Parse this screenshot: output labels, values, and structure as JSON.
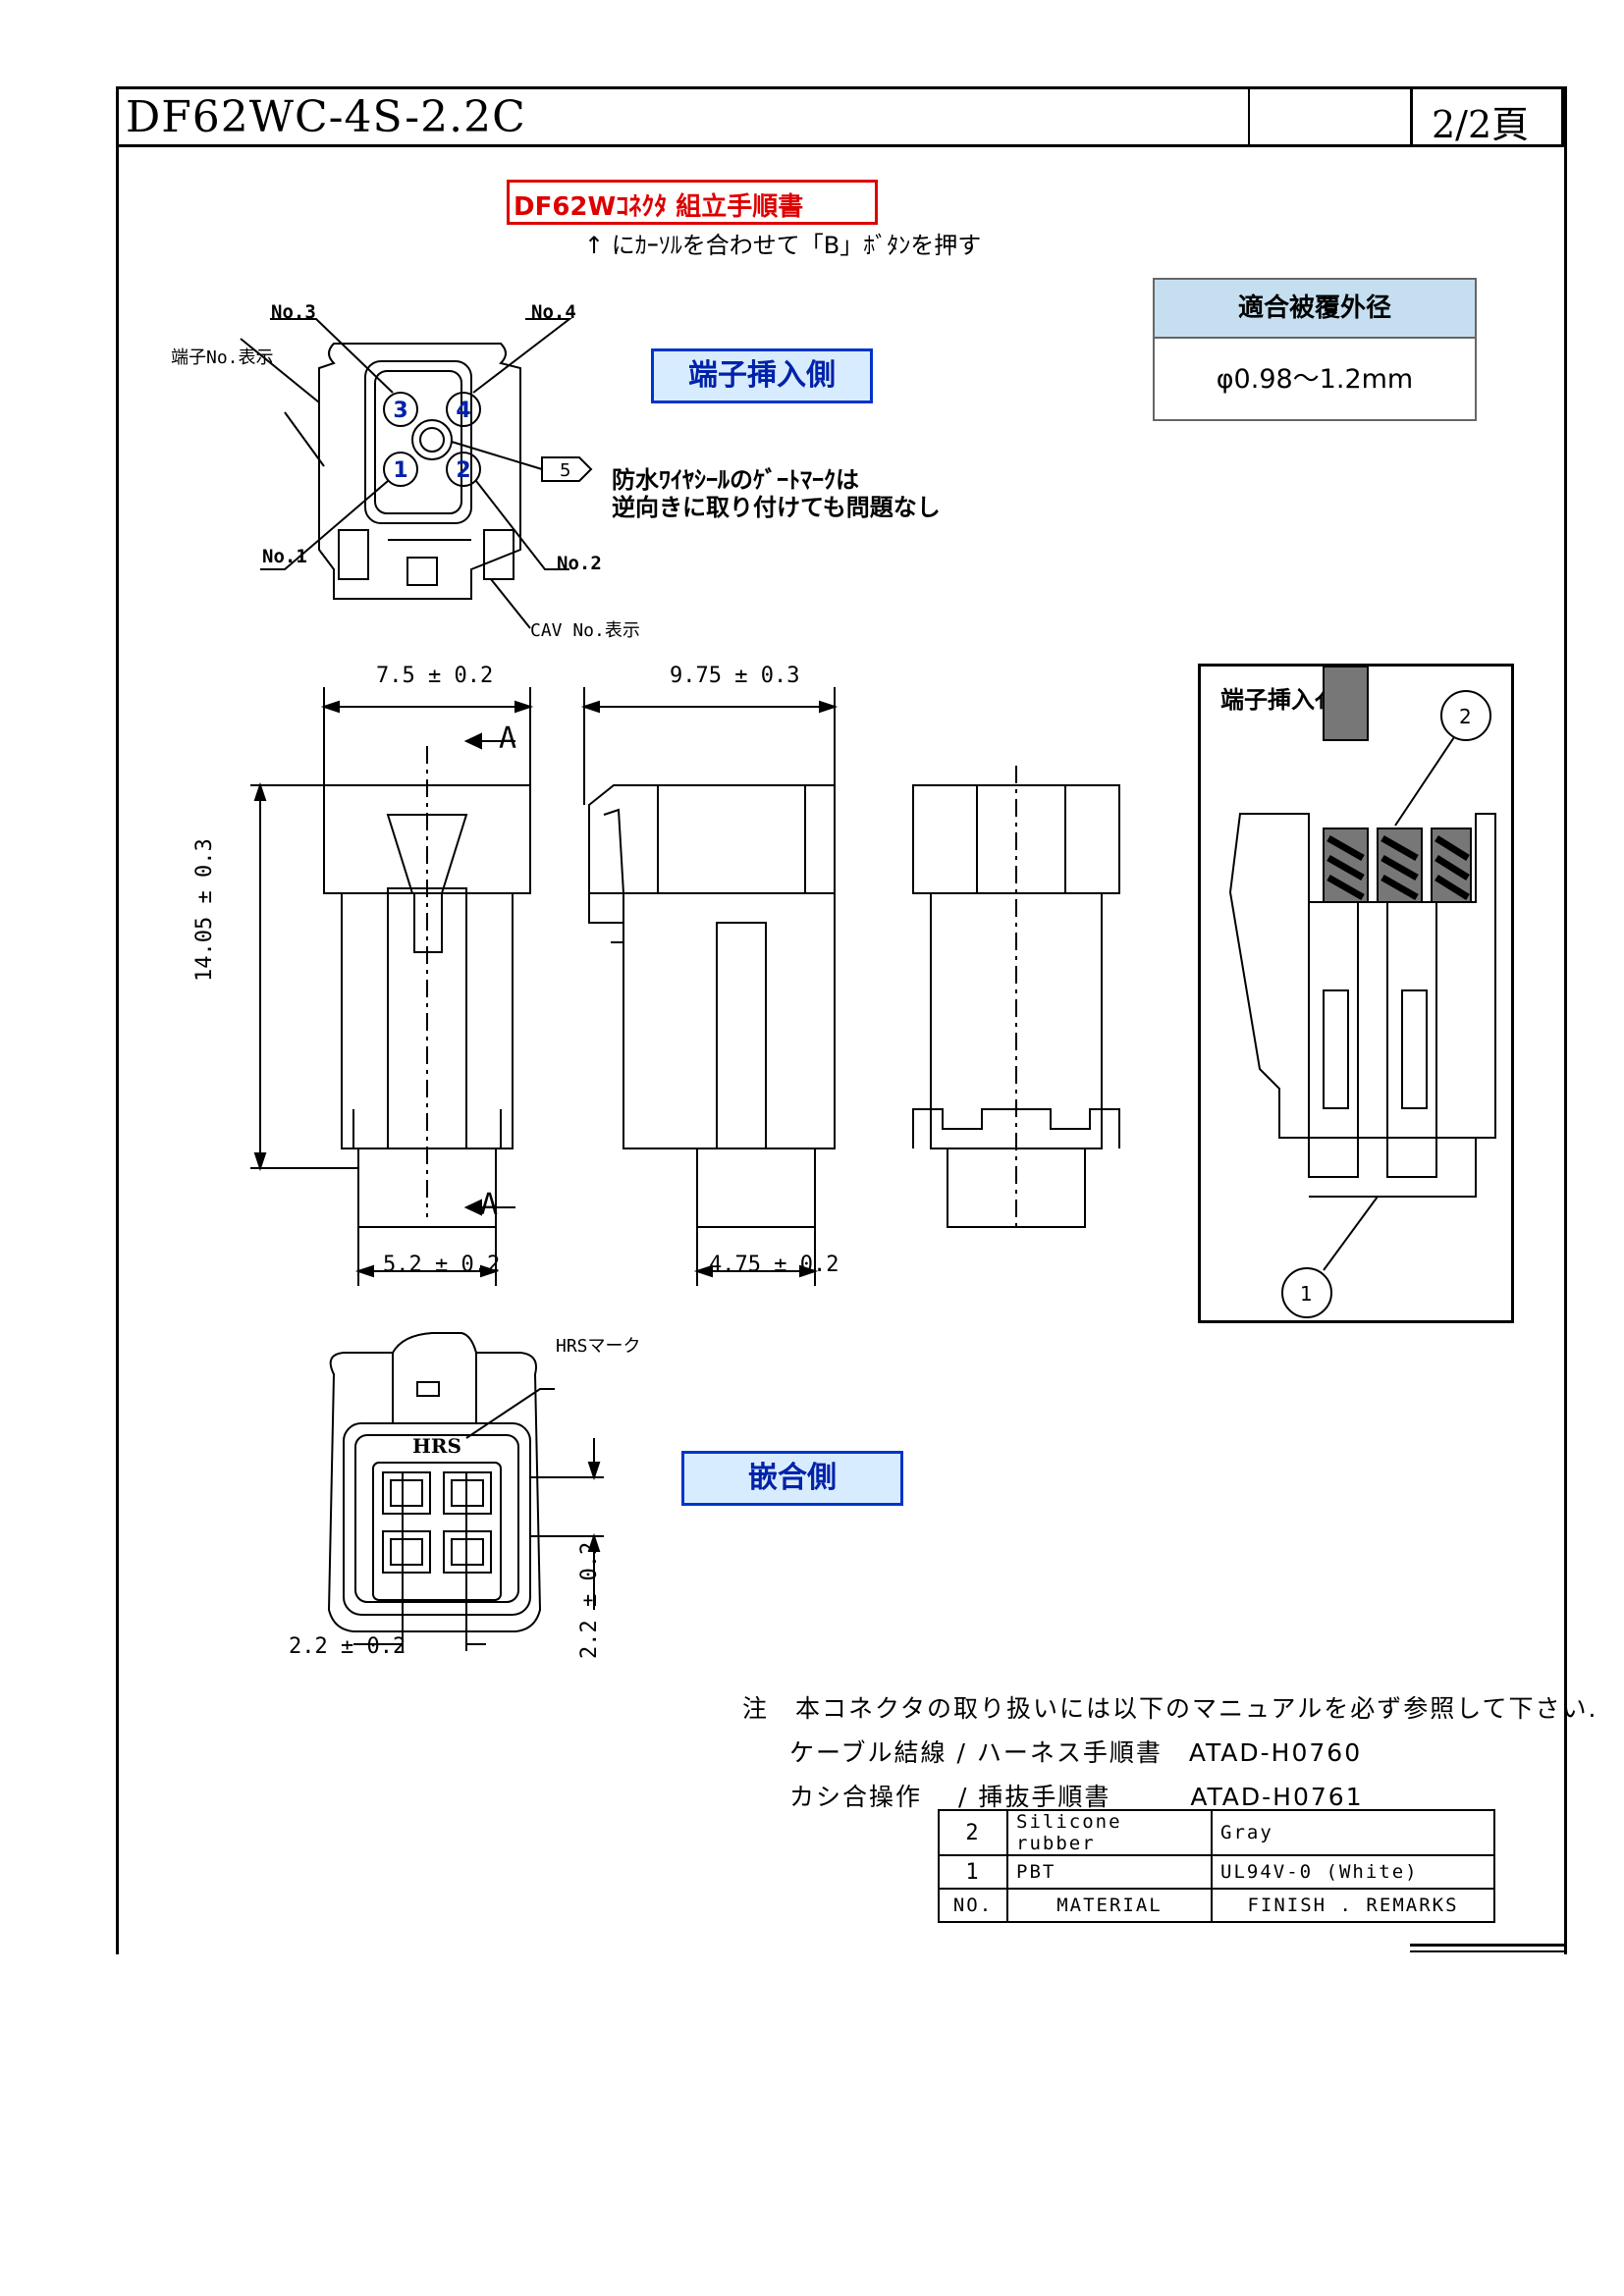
{
  "header": {
    "part_number": "DF62WC-4S-2.2C",
    "page": "2/2頁"
  },
  "procedure": {
    "title": "DF62Wｺﾈｸﾀ 組立手順書",
    "hint": "↑ にｶｰｿﾙを合わせて「B」ﾎﾞﾀﾝを押す"
  },
  "spec_table": {
    "header": "適合被覆外径",
    "value": "φ0.98～1.2mm"
  },
  "views": {
    "terminal_side": "端子挿入側",
    "mating_side": "嵌合側",
    "insertion_image": "端子挿入ｲﾒｰｼﾞ"
  },
  "labels": {
    "no3": "No.3",
    "no4": "No.4",
    "no1": "No.1",
    "no2": "No.2",
    "terminal_no_mark": "端子No.表示",
    "cav_no_mark": "CAV No.表示",
    "hrs_mark": "HRSマーク",
    "hrs_text": "HRS",
    "callout_5": "5",
    "gate_note_line1": "防水ﾜｲﾔｼｰﾙのｹﾞｰﾄﾏｰｸは",
    "gate_note_line2": "逆向きに取り付けても問題なし",
    "section_a_top": "A",
    "section_a_bottom": "A",
    "circle_1": "①",
    "circle_2": "②",
    "circle_3": "③",
    "circle_4": "④",
    "balloon_1": "1",
    "balloon_2": "2"
  },
  "dimensions": {
    "width_front": "7.5 ± 0.2",
    "width_side": "9.75 ± 0.3",
    "height": "14.05 ± 0.3",
    "bottom_front": "5.2 ± 0.2",
    "bottom_side": "4.75 ± 0.2",
    "pitch_h": "2.2 ± 0.2",
    "pitch_v": "2.2 ± 0.2"
  },
  "notes": {
    "line1": "注　本コネクタの取り扱いには以下のマニュアルを必ず参照して下さい.",
    "line2": "ケーブル結線 / ハーネス手順書　ATAD-H0760",
    "line3": "カシ合操作　 / 挿抜手順書　　　ATAD-H0761"
  },
  "bom": {
    "rows": [
      {
        "no": "2",
        "material": "Silicone rubber",
        "finish": "Gray"
      },
      {
        "no": "1",
        "material": "PBT",
        "finish": "UL94V-0 (White)"
      }
    ],
    "header": {
      "no": "NO.",
      "material": "MATERIAL",
      "finish": "FINISH . REMARKS"
    }
  }
}
